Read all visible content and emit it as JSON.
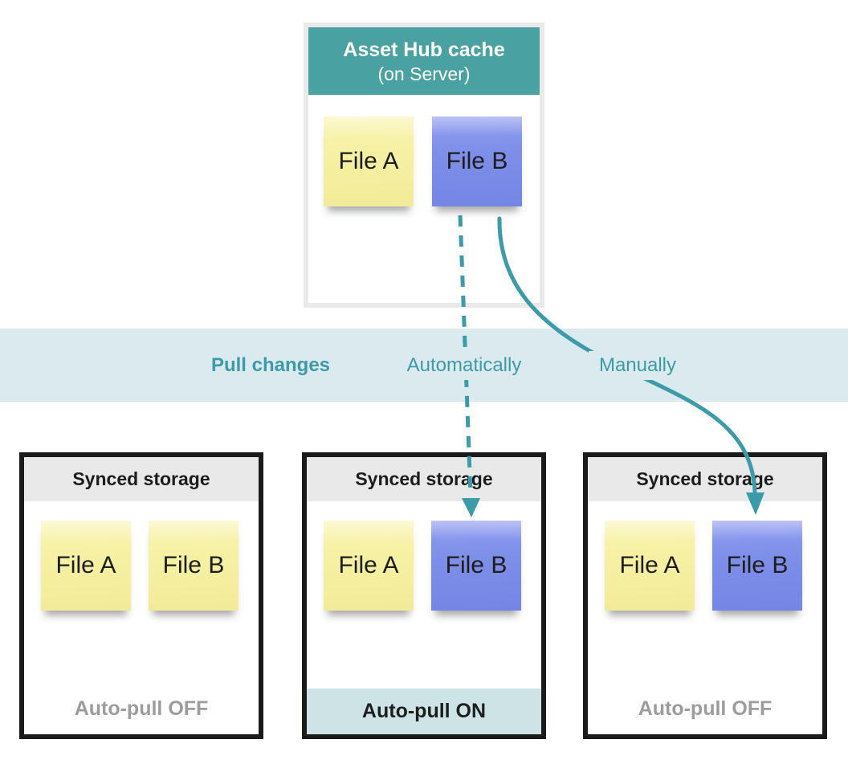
{
  "colors": {
    "header_teal": "#4aa1a2",
    "arrow_teal": "#3d9aa8",
    "band_background": "#daeaee",
    "note_yellow": "#f6f1a4",
    "note_blue": "#7e8fe9",
    "storage_header_gray": "#e9e9e9",
    "footer_on_background": "#cde3e6",
    "footer_off_text": "#9c9c9c"
  },
  "cache": {
    "title": "Asset Hub cache",
    "subtitle": "(on Server)",
    "files": [
      {
        "label": "File A",
        "color": "yellow"
      },
      {
        "label": "File B",
        "color": "blue"
      }
    ]
  },
  "band": {
    "title": "Pull changes",
    "labels": [
      {
        "label": "Automatically",
        "arrow": "dashed"
      },
      {
        "label": "Manually",
        "arrow": "solid"
      }
    ]
  },
  "storages": [
    {
      "title": "Synced storage",
      "files": [
        {
          "label": "File A",
          "color": "yellow"
        },
        {
          "label": "File B",
          "color": "yellow"
        }
      ],
      "footer": {
        "label": "Auto-pull OFF",
        "state": "off"
      }
    },
    {
      "title": "Synced storage",
      "files": [
        {
          "label": "File A",
          "color": "yellow"
        },
        {
          "label": "File B",
          "color": "blue"
        }
      ],
      "footer": {
        "label": "Auto-pull ON",
        "state": "on"
      }
    },
    {
      "title": "Synced storage",
      "files": [
        {
          "label": "File A",
          "color": "yellow"
        },
        {
          "label": "File B",
          "color": "blue"
        }
      ],
      "footer": {
        "label": "Auto-pull OFF",
        "state": "off"
      }
    }
  ]
}
